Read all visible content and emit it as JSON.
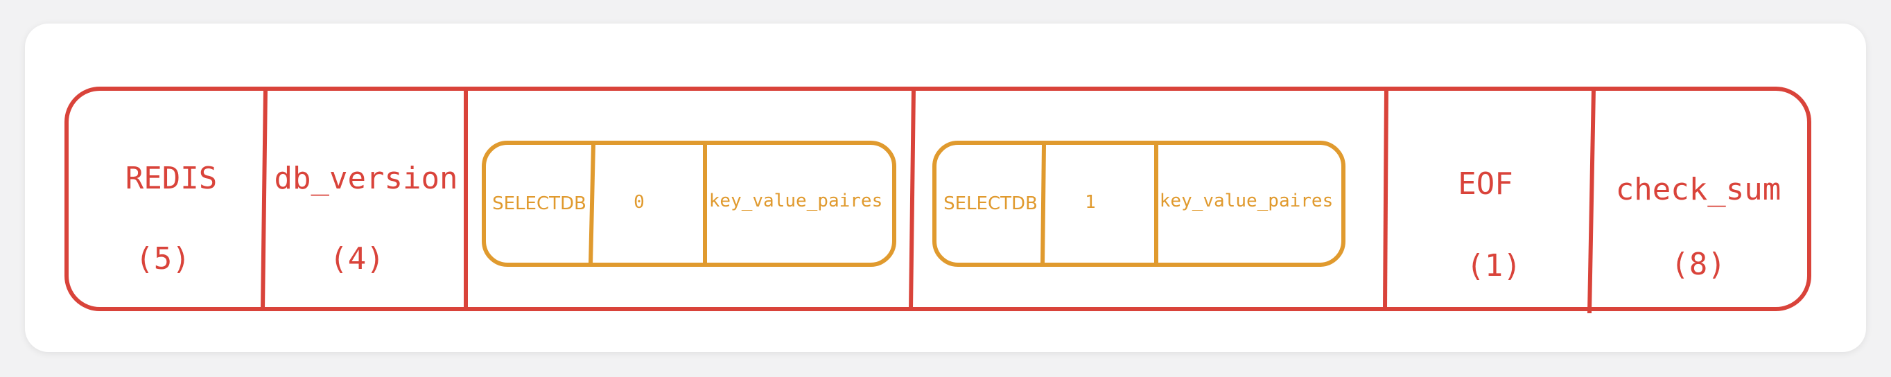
{
  "colors": {
    "outer_stroke": "#d9433a",
    "inner_stroke": "#e09a2e"
  },
  "fields": {
    "redis": {
      "name": "REDIS",
      "size": "(5)"
    },
    "db_version": {
      "name": "db_version",
      "size": "(4)"
    },
    "eof": {
      "name": "EOF",
      "size": "(1)"
    },
    "check_sum": {
      "name": "check_sum",
      "size": "(8)"
    }
  },
  "databases": [
    {
      "selectdb": "SELECTDB",
      "db_number": "0",
      "pairs": "key_value_paires"
    },
    {
      "selectdb": "SELECTDB",
      "db_number": "1",
      "pairs": "key_value_paires"
    }
  ]
}
